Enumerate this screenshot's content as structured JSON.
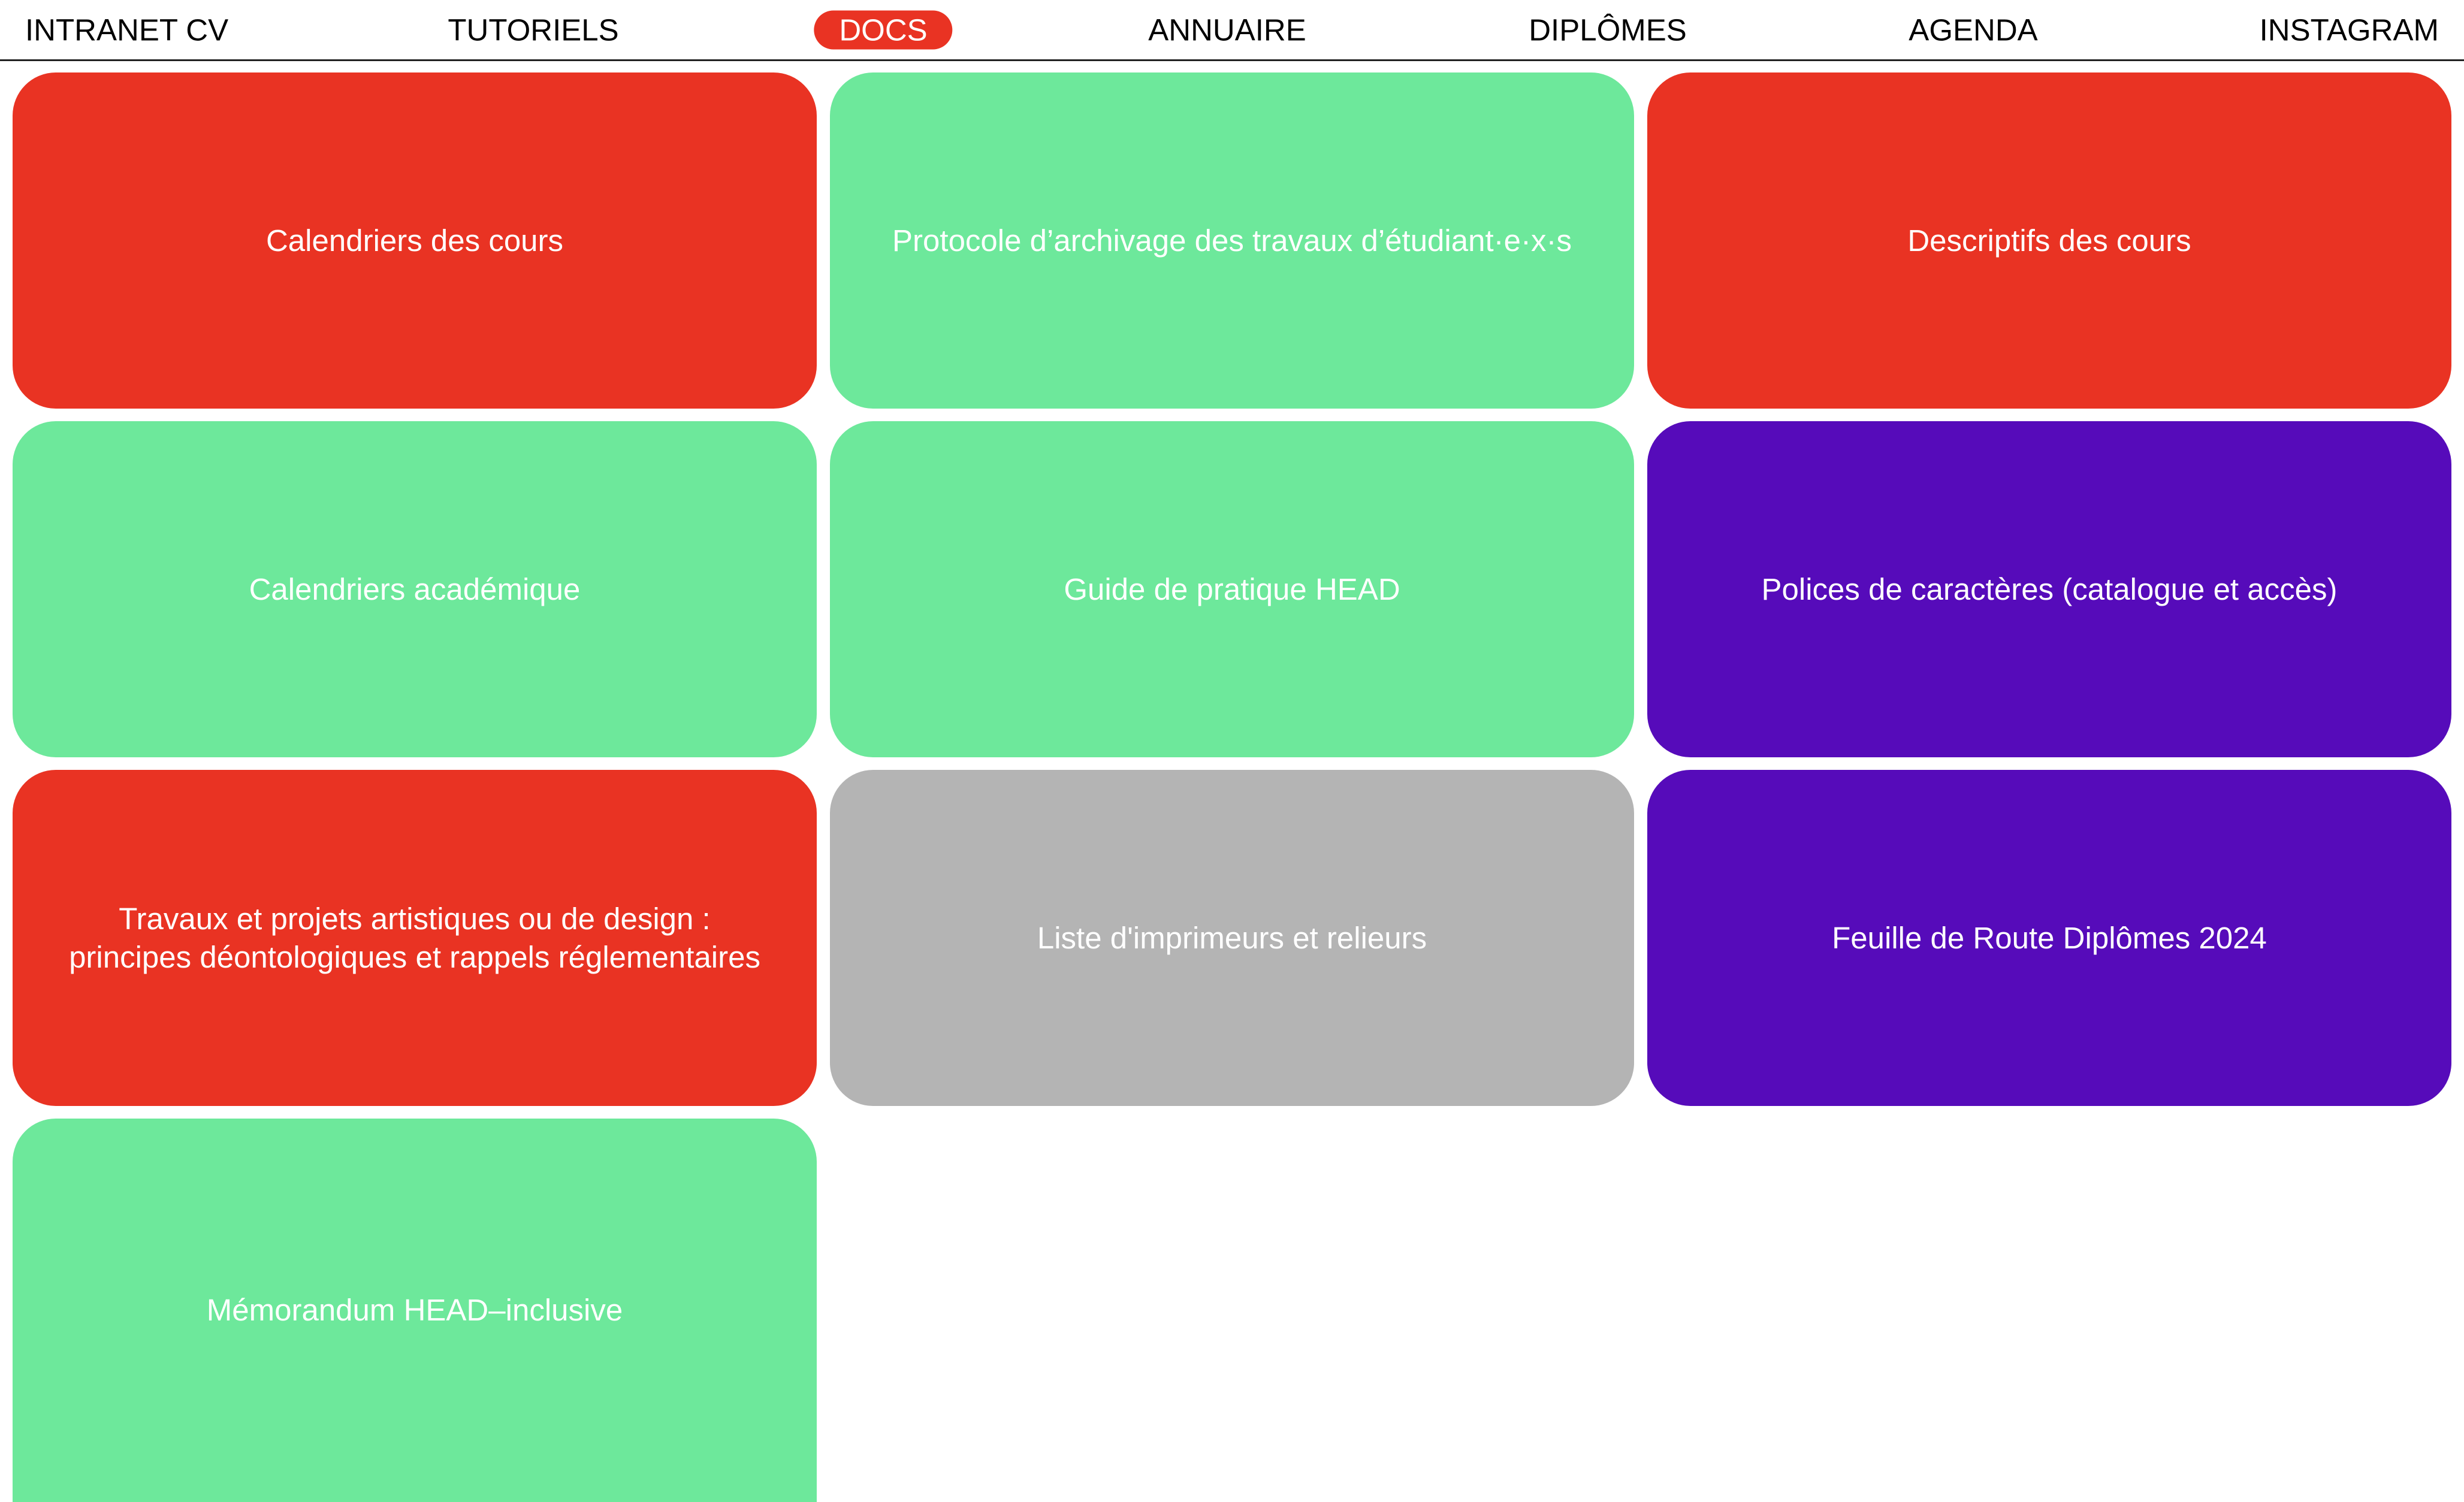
{
  "nav": {
    "items": [
      {
        "label": "INTRANET CV",
        "active": false
      },
      {
        "label": "TUTORIELS",
        "active": false
      },
      {
        "label": "DOCS",
        "active": true
      },
      {
        "label": "ANNUAIRE",
        "active": false
      },
      {
        "label": "DIPLÔMES",
        "active": false
      },
      {
        "label": "AGENDA",
        "active": false
      },
      {
        "label": "INSTAGRAM",
        "active": false
      }
    ],
    "active_color": "#e93323"
  },
  "colors": {
    "red": "#e93323",
    "green": "#6de89b",
    "purple": "#560bba",
    "gray": "#b4b4b4"
  },
  "cards": [
    {
      "label": "Calendriers des cours",
      "color": "red"
    },
    {
      "label": "Protocole d’archivage des travaux d’étudiant·e·x·s",
      "color": "green"
    },
    {
      "label": "Descriptifs des cours",
      "color": "red"
    },
    {
      "label": "Calendriers académique",
      "color": "green"
    },
    {
      "label": "Guide de pratique HEAD",
      "color": "green"
    },
    {
      "label": "Polices de caractères (catalogue et accès)",
      "color": "purple"
    },
    {
      "label": "Travaux et projets artistiques ou de design :\nprincipes déontologiques et rappels réglementaires",
      "color": "red"
    },
    {
      "label": "Liste d'imprimeurs et relieurs",
      "color": "gray"
    },
    {
      "label": "Feuille de Route Diplômes 2024",
      "color": "purple"
    },
    {
      "label": "Mémorandum HEAD–inclusive",
      "color": "green"
    }
  ]
}
